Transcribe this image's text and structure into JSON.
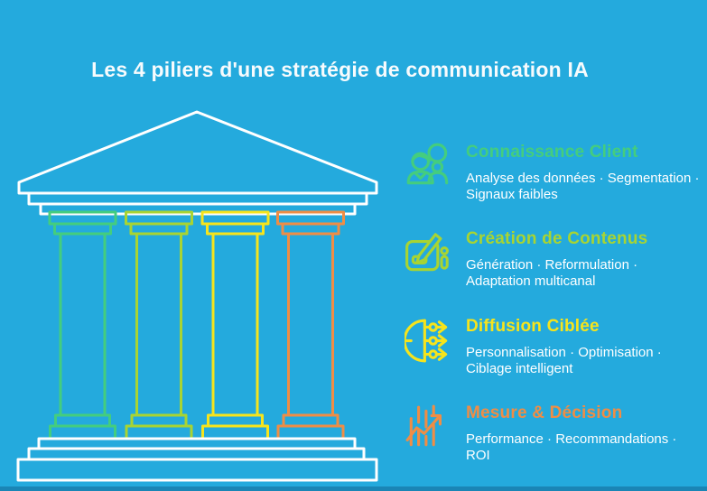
{
  "page": {
    "title": "Les 4 piliers d'une stratégie de communication IA",
    "background_color": "#24AADD",
    "footer_bar_color": "#1A85B5",
    "temple_structure_color": "#FFFFFF"
  },
  "pillars": [
    {
      "label": "Connaissance Client",
      "description": "Analyse des données · Segmentation ·\nSignaux faibles",
      "color": "#44CD7E",
      "icon": "users-search-icon"
    },
    {
      "label": "Création de Contenus",
      "description": "Génération · Reformulation ·\nAdaptation multicanal",
      "color": "#A8D432",
      "icon": "content-edit-icon"
    },
    {
      "label": "Diffusion Ciblée",
      "description": "Personnalisation · Optimisation ·\nCiblage intelligent",
      "color": "#F6E41C",
      "icon": "broadcast-icon"
    },
    {
      "label": "Mesure & Décision",
      "description": "Performance · Recommandations · ROI",
      "color": "#EF8D45",
      "icon": "chart-growth-icon"
    }
  ]
}
